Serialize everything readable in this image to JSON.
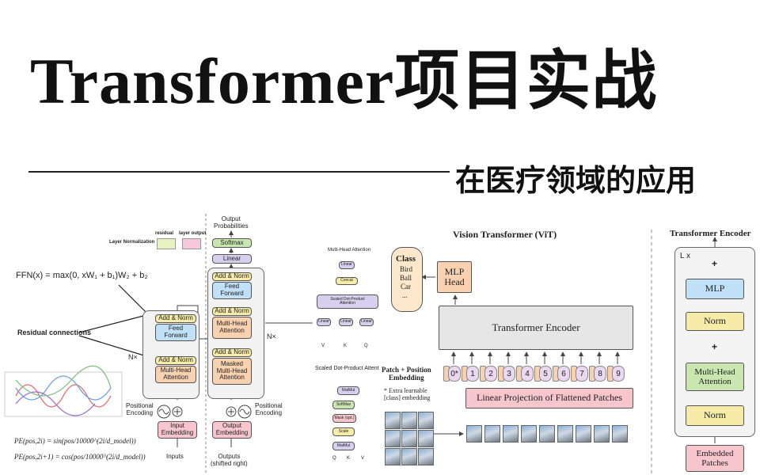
{
  "title": "Transformer项目实战",
  "subtitle": "在医疗领域的应用",
  "colors": {
    "yellow": "#f6eca8",
    "blue": "#bfe0f6",
    "orange": "#f8d2b0",
    "pink": "#f7c6cc",
    "green": "#c9e6b0",
    "purple": "#d6d0ee"
  },
  "transformer": {
    "output_probabilities": "Output\nProbabilities",
    "softmax": "Softmax",
    "linear": "Linear",
    "add_norm": "Add & Norm",
    "feed_forward": "Feed\nForward",
    "multi_head_attention": "Multi-Head\nAttention",
    "masked_multi_head_attention": "Masked\nMulti-Head\nAttention",
    "input_embedding": "Input\nEmbedding",
    "output_embedding": "Output\nEmbedding",
    "positional_encoding_left": "Positional\nEncoding",
    "positional_encoding_right": "Positional\nEncoding",
    "inputs": "Inputs",
    "outputs": "Outputs\n(shifted right)",
    "nx_left": "N×",
    "nx_right": "N×",
    "residual_connections": "Residual connections",
    "layer_normalization": "Layer Normalization",
    "residual": "residual",
    "layer_output": "layer output",
    "ffn_formula": "FFN(x) = max(0, xW₁ + b₁)W₂ + b₂",
    "pe_sin": "PE(pos,2i) = sin(pos/10000^(2i/d_model))",
    "pe_cos": "PE(pos,2i+1) = cos(pos/10000^(2i/d_model))"
  },
  "attention": {
    "mha_title": "Multi-Head Attention",
    "linear": "Linear",
    "concat": "Concat",
    "scaled_dot": "Scaled Dot-Product\nAttention",
    "v": "V",
    "k": "K",
    "q": "Q",
    "sdpa_title": "Scaled Dot-Product Attent",
    "matmul": "MatMul",
    "softmax": "SoftMax",
    "mask": "Mask (opt.)",
    "scale": "Scale"
  },
  "vit": {
    "title": "Vision Transformer (ViT)",
    "class_label": "Class",
    "classes": [
      "Bird",
      "Ball",
      "Car",
      "..."
    ],
    "mlp_head": "MLP\nHead",
    "transformer_encoder": "Transformer Encoder",
    "linear_projection": "Linear Projection of Flattened Patches",
    "patch_embedding": "Patch + Position\nEmbedding",
    "extra_learnable": "* Extra learnable\n[class] embedding",
    "tokens": [
      "0*",
      "1",
      "2",
      "3",
      "4",
      "5",
      "6",
      "7",
      "8",
      "9"
    ]
  },
  "encoder_block": {
    "title": "Transformer Encoder",
    "lx": "L x",
    "mlp": "MLP",
    "norm": "Norm",
    "multi_head_attention": "Multi-Head\nAttention",
    "embedded_patches": "Embedded\nPatches",
    "plus": "+"
  }
}
